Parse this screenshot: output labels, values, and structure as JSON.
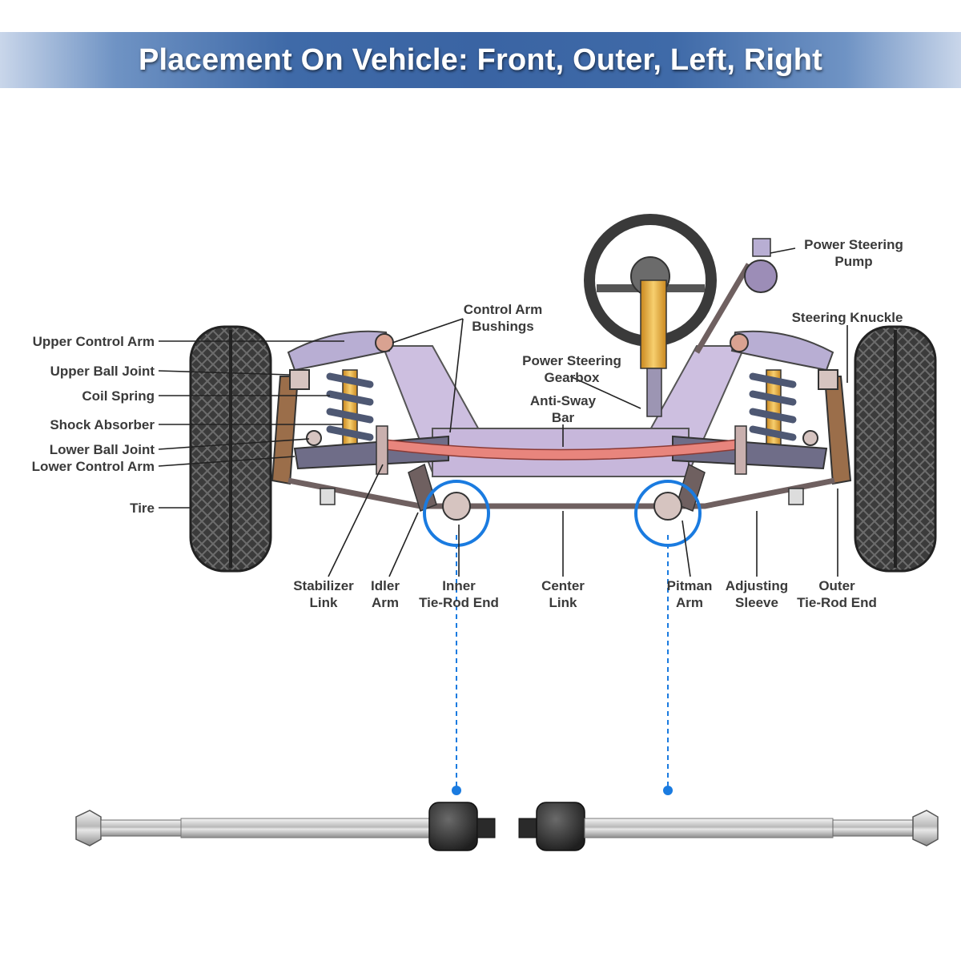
{
  "title": "Placement On Vehicle: Front, Outer, Left, Right",
  "labels": {
    "upper_control_arm": "Upper Control Arm",
    "upper_ball_joint": "Upper Ball Joint",
    "coil_spring": "Coil Spring",
    "shock_absorber": "Shock Absorber",
    "lower_ball_joint": "Lower Ball Joint",
    "lower_control_arm": "Lower Control Arm",
    "tire": "Tire",
    "control_arm_bushings_1": "Control Arm",
    "control_arm_bushings_2": "Bushings",
    "power_steering_gearbox_1": "Power Steering",
    "power_steering_gearbox_2": "Gearbox",
    "anti_sway_bar_1": "Anti-Sway",
    "anti_sway_bar_2": "Bar",
    "power_steering_pump_1": "Power Steering",
    "power_steering_pump_2": "Pump",
    "steering_knuckle": "Steering Knuckle",
    "stabilizer_link_1": "Stabilizer",
    "stabilizer_link_2": "Link",
    "idler_arm_1": "Idler",
    "idler_arm_2": "Arm",
    "inner_tie_rod_end_1": "Inner",
    "inner_tie_rod_end_2": "Tie-Rod End",
    "center_link_1": "Center",
    "center_link_2": "Link",
    "pitman_arm_1": "Pitman",
    "pitman_arm_2": "Arm",
    "adjusting_sleeve_1": "Adjusting",
    "adjusting_sleeve_2": "Sleeve",
    "outer_tie_rod_end_1": "Outer",
    "outer_tie_rod_end_2": "Tie-Rod End"
  },
  "colors": {
    "banner": "#3a64a3",
    "highlight_ring": "#1a7be0",
    "frame": "#c9b6d8",
    "anti_sway_bar": "#e8857d",
    "spring": "#4e5873",
    "shock": "#f2b84a",
    "tire": "#3b3b3b",
    "label": "#3a3a3a"
  }
}
